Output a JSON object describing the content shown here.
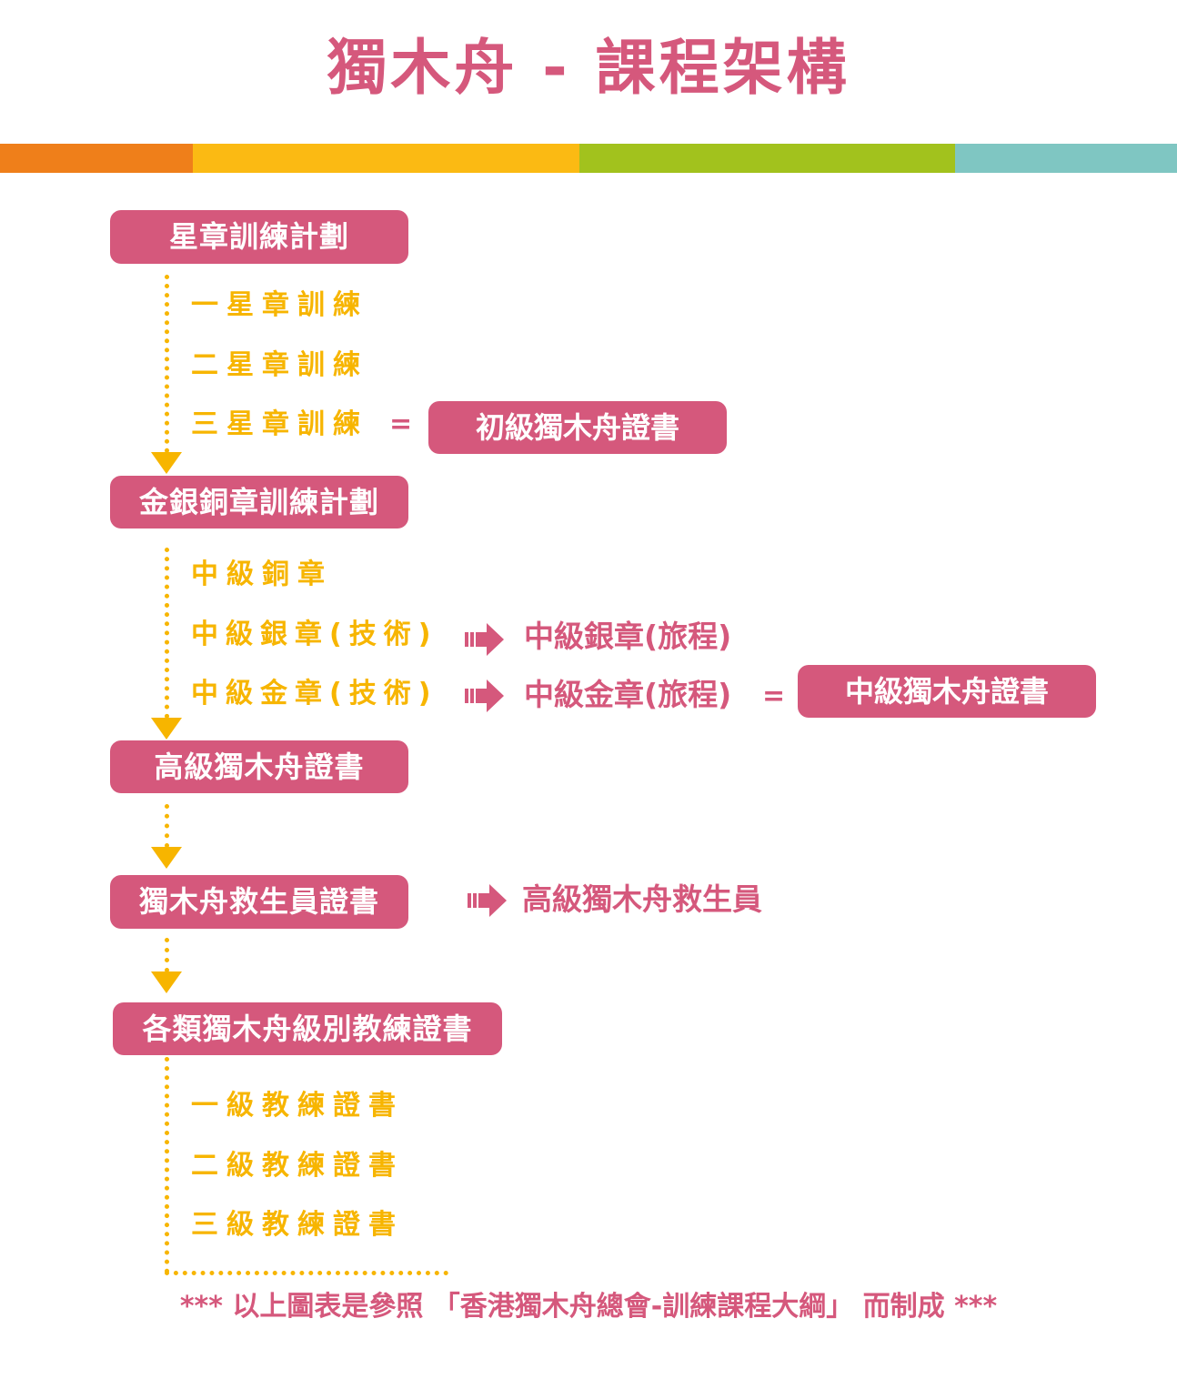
{
  "title": "獨木舟 - 課程架構",
  "colors": {
    "pink": "#d5587c",
    "yellow": "#f7b500",
    "stripe": [
      "#ef7f1a",
      "#fbba13",
      "#a2c21d",
      "#7fc6c2"
    ]
  },
  "star_program": {
    "label": "星章訓練計劃",
    "items": [
      "一星章訓練",
      "二星章訓練",
      "三星章訓練"
    ],
    "equals": "=",
    "result": "初級獨木舟證書"
  },
  "badge_program": {
    "label": "金銀銅章訓練計劃",
    "items": [
      "中級銅章",
      "中級銀章(技術)",
      "中級金章(技術)"
    ],
    "silver_result": "中級銀章(旅程)",
    "gold_result": "中級金章(旅程)",
    "equals": "=",
    "final": "中級獨木舟證書"
  },
  "advanced": {
    "label": "高級獨木舟證書"
  },
  "lifeguard": {
    "label": "獨木舟救生員證書",
    "result": "高級獨木舟救生員"
  },
  "coach": {
    "label": "各類獨木舟級別教練證書",
    "items": [
      "一級教練證書",
      "二級教練證書",
      "三級教練證書"
    ]
  },
  "footer": "*** 以上圖表是參照 「香港獨木舟總會-訓練課程大綱」 而制成 ***"
}
